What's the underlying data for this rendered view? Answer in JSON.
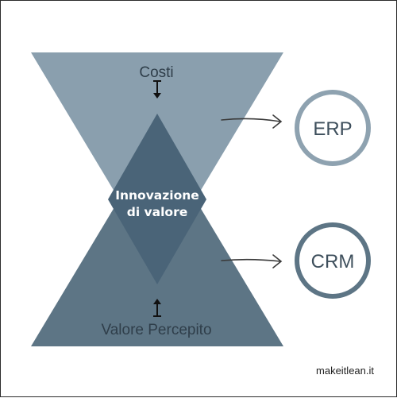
{
  "diagram": {
    "top_label": "Costi",
    "center_label_line1": "Innovazione",
    "center_label_line2": "di valore",
    "bottom_label": "Valore Percepito",
    "circle_top_label": "ERP",
    "circle_bottom_label": "CRM"
  },
  "brand": "makeitlean.it",
  "colors": {
    "top_triangle": "#8a9fae",
    "bottom_triangle": "#5d7585",
    "center_diamond": "#4a6478",
    "circle_top_stroke": "#8ea2b0",
    "circle_bottom_stroke": "#5d7585",
    "text_dark": "#2f3e4a"
  }
}
